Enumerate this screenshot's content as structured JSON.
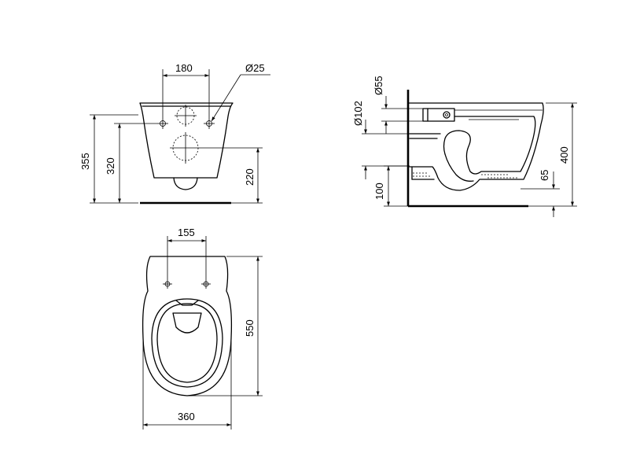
{
  "dimensions": {
    "front_hole_spacing": "180",
    "front_hole_diameter": "Ø25",
    "front_total_height": "355",
    "front_hole_height": "320",
    "front_outlet_height": "220",
    "side_inlet_diameter": "Ø55",
    "side_outlet_diameter": "Ø102",
    "side_total_height": "400",
    "side_floor_clearance": "100",
    "side_rim_offset": "65",
    "top_hole_spacing": "155",
    "top_length": "550",
    "top_width": "360"
  }
}
